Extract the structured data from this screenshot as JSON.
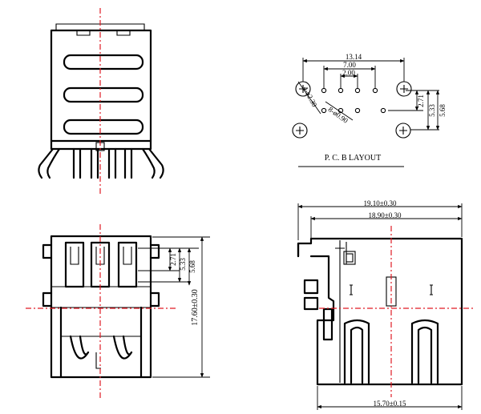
{
  "pcb": {
    "dim_total_width": "13.14",
    "dim_outer_pitch": "7.00",
    "dim_inner_pitch": "2.00",
    "dim_row1": "2.71",
    "dim_row2": "5.33",
    "dim_row3": "5.68",
    "dim_mount_hole": "4-ø2.30",
    "dim_pin_hole": "8-ø0.90",
    "layout_label": "P. C. B  LAYOUT"
  },
  "front_view": {
    "dim_row1": "2.71",
    "dim_row2": "5.33",
    "dim_row3": "5.68",
    "dim_height": "17.60±0.30"
  },
  "side_view": {
    "dim_length_outer": "19.10±0.30",
    "dim_length_inner": "18.90±0.30",
    "dim_width_bottom": "15.70±0.15"
  },
  "colors": {
    "line": "#000000",
    "centerline": "#e01b24"
  }
}
